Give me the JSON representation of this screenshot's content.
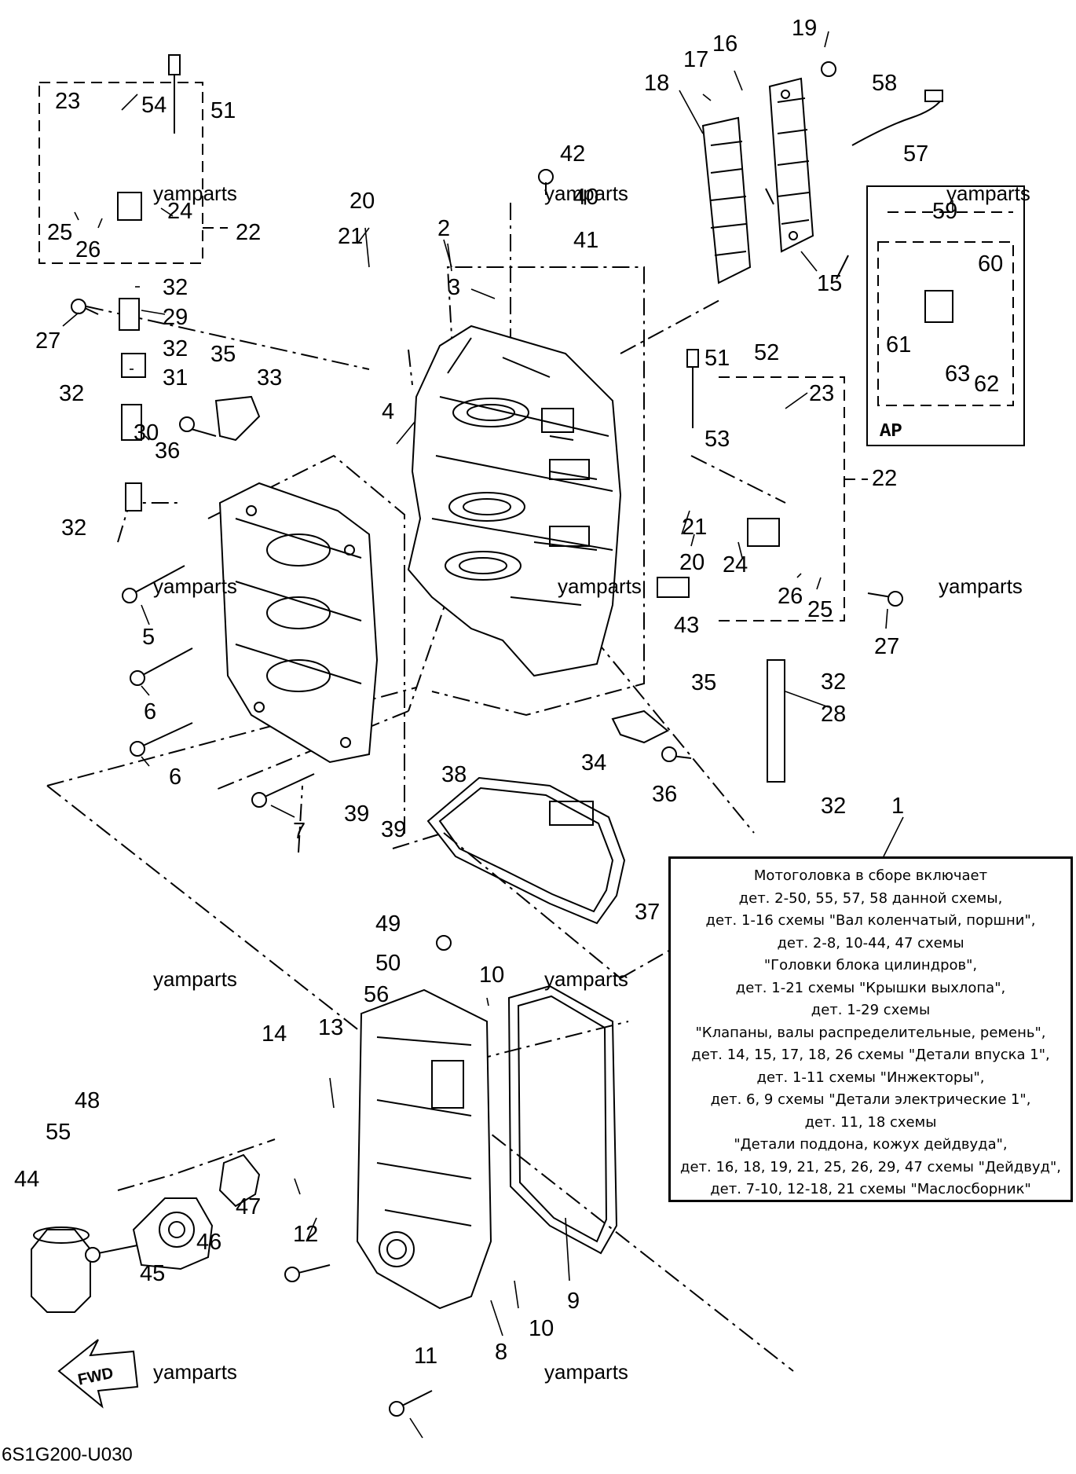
{
  "diagram": {
    "code": "6S1G200-U030",
    "watermark": "yamparts",
    "inset_label": "AP",
    "fwd_label": "FWD",
    "note_lines": [
      "Мотоголовка в сборе включает",
      "дет. 2-50, 55, 57, 58 данной схемы,",
      "дет. 1-16 схемы \"Вал коленчатый, поршни\",",
      "дет. 2-8, 10-44, 47 схемы",
      "\"Головки блока цилиндров\",",
      "дет. 1-21 схемы \"Крышки выхлопа\",",
      "дет. 1-29 схемы",
      "\"Клапаны, валы распределительные, ремень\",",
      "дет. 14, 15, 17, 18, 26 схемы \"Детали впуска 1\",",
      "дет. 1-11 схемы \"Инжекторы\",",
      "дет. 6, 9 схемы \"Детали электрические 1\",",
      "дет. 11, 18 схемы",
      "\"Детали поддона, кожух дейдвуда\",",
      "дет. 16, 18, 19, 21, 25, 26, 29, 47 схемы \"Дейдвуд\",",
      "дет. 7-10, 12-18, 21 схемы \"Маслосборник\""
    ]
  },
  "callouts": [
    "1",
    "2",
    "3",
    "4",
    "5",
    "6",
    "6",
    "7",
    "8",
    "9",
    "10",
    "10",
    "11",
    "12",
    "13",
    "14",
    "15",
    "16",
    "17",
    "18",
    "19",
    "20",
    "20",
    "21",
    "21",
    "22",
    "22",
    "23",
    "23",
    "24",
    "24",
    "25",
    "25",
    "26",
    "26",
    "27",
    "27",
    "28",
    "29",
    "30",
    "31",
    "32",
    "32",
    "32",
    "32",
    "32",
    "32",
    "33",
    "34",
    "35",
    "35",
    "36",
    "36",
    "37",
    "38",
    "39",
    "39",
    "40",
    "41",
    "42",
    "43",
    "44",
    "45",
    "46",
    "47",
    "48",
    "49",
    "50",
    "51",
    "51",
    "52",
    "53",
    "54",
    "55",
    "56",
    "57",
    "58",
    "59",
    "60",
    "61",
    "62",
    "63"
  ]
}
